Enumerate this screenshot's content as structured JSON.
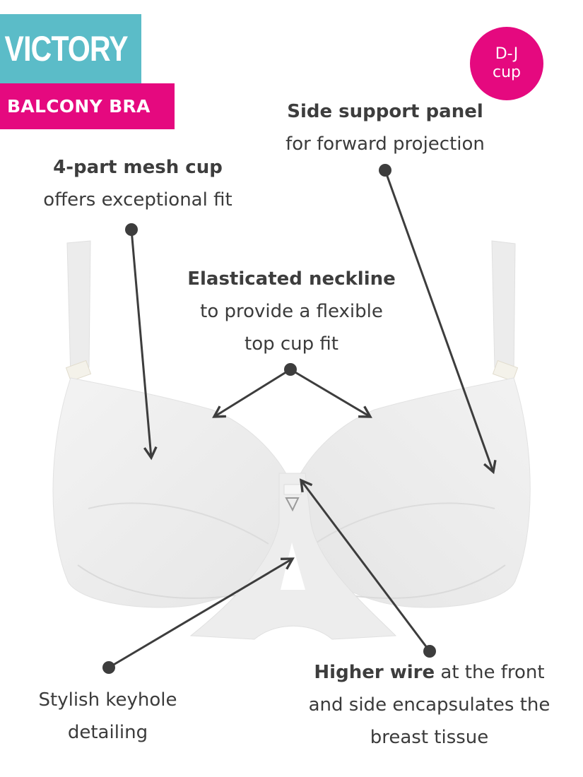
{
  "header": {
    "product_name": "VICTORY",
    "product_type": "BALCONY BRA",
    "cup_badge": {
      "line1": "D-J",
      "line2": "cup"
    }
  },
  "colors": {
    "teal": "#5bbcc8",
    "pink": "#e5097f",
    "text": "#3d3d3d",
    "garment": "#efefef"
  },
  "callouts": [
    {
      "id": "side-support",
      "bold": "Side support panel",
      "lines": [
        "for forward projection"
      ]
    },
    {
      "id": "mesh-cup",
      "bold": "4-part mesh cup",
      "lines": [
        "offers exceptional fit"
      ]
    },
    {
      "id": "neckline",
      "bold": "Elasticated neckline",
      "lines": [
        "to provide a flexible",
        "top cup fit"
      ]
    },
    {
      "id": "keyhole",
      "bold": "",
      "lines": [
        "Stylish keyhole",
        "detailing"
      ]
    },
    {
      "id": "higher-wire",
      "bold": "Higher wire",
      "bold_suffix": " at the front",
      "lines": [
        "and side encapsulates the",
        "breast tissue"
      ]
    }
  ],
  "icons": {
    "pointer": "dot-arrow-pointer-icon",
    "product": "bra-illustration"
  }
}
